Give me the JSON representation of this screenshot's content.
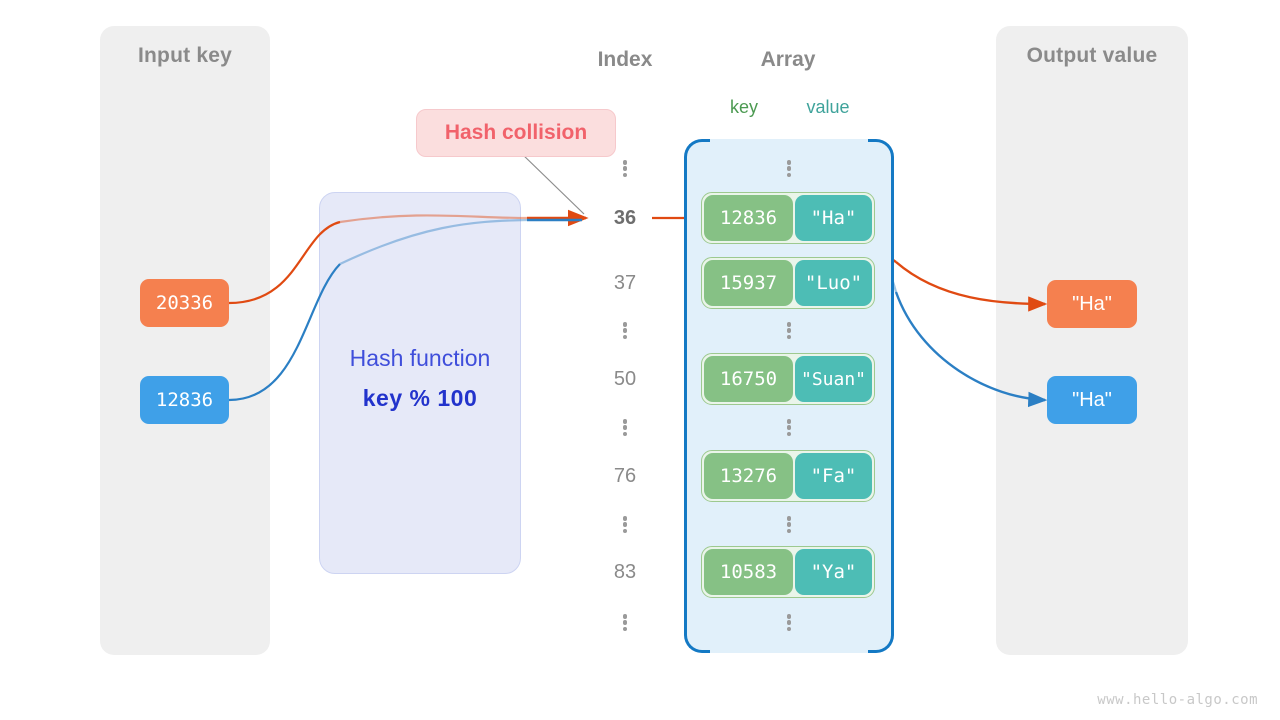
{
  "watermark": "www.hello-algo.com",
  "panels": {
    "input": {
      "title": "Input key"
    },
    "output": {
      "title": "Output value"
    }
  },
  "headings": {
    "index": "Index",
    "array": "Array",
    "key": "key",
    "value": "value"
  },
  "hash_function": {
    "line1": "Hash function",
    "line2": "key % 100"
  },
  "callout": {
    "label": "Hash collision"
  },
  "input_keys": [
    {
      "value": "20336",
      "color": "#F5804F"
    },
    {
      "value": "12836",
      "color": "#3FA0E8"
    }
  ],
  "output_values": [
    {
      "value": "\"Ha\"",
      "color": "#F5804F"
    },
    {
      "value": "\"Ha\"",
      "color": "#3FA0E8"
    }
  ],
  "index_column": [
    {
      "type": "dots"
    },
    {
      "type": "index",
      "label": "36",
      "highlight": true
    },
    {
      "type": "index",
      "label": "37",
      "highlight": false
    },
    {
      "type": "dots"
    },
    {
      "type": "index",
      "label": "50",
      "highlight": false
    },
    {
      "type": "dots"
    },
    {
      "type": "index",
      "label": "76",
      "highlight": false
    },
    {
      "type": "dots"
    },
    {
      "type": "index",
      "label": "83",
      "highlight": false
    },
    {
      "type": "dots"
    }
  ],
  "array_rows": [
    {
      "type": "dots"
    },
    {
      "type": "entry",
      "key": "12836",
      "value": "\"Ha\""
    },
    {
      "type": "entry",
      "key": "15937",
      "value": "\"Luo\""
    },
    {
      "type": "dots"
    },
    {
      "type": "entry",
      "key": "16750",
      "value": "\"Suan\""
    },
    {
      "type": "dots"
    },
    {
      "type": "entry",
      "key": "13276",
      "value": "\"Fa\""
    },
    {
      "type": "dots"
    },
    {
      "type": "entry",
      "key": "10583",
      "value": "\"Ya\""
    },
    {
      "type": "dots"
    }
  ],
  "colors": {
    "panel_bg": "#EFEFEF",
    "hash_box_bg": "#E6E9F8",
    "hash_text": "#3F4EDB",
    "array_bg": "#E1F0FA",
    "bracket": "#1479C4",
    "key_cell": "#86C185",
    "value_cell": "#4DBDB5",
    "key_label": "#4C9A52",
    "value_label": "#3FA39B",
    "collision_bg": "#FBDEDE",
    "collision_text": "#F1626B",
    "orange": "#F5804F",
    "blue": "#3FA0E8"
  }
}
